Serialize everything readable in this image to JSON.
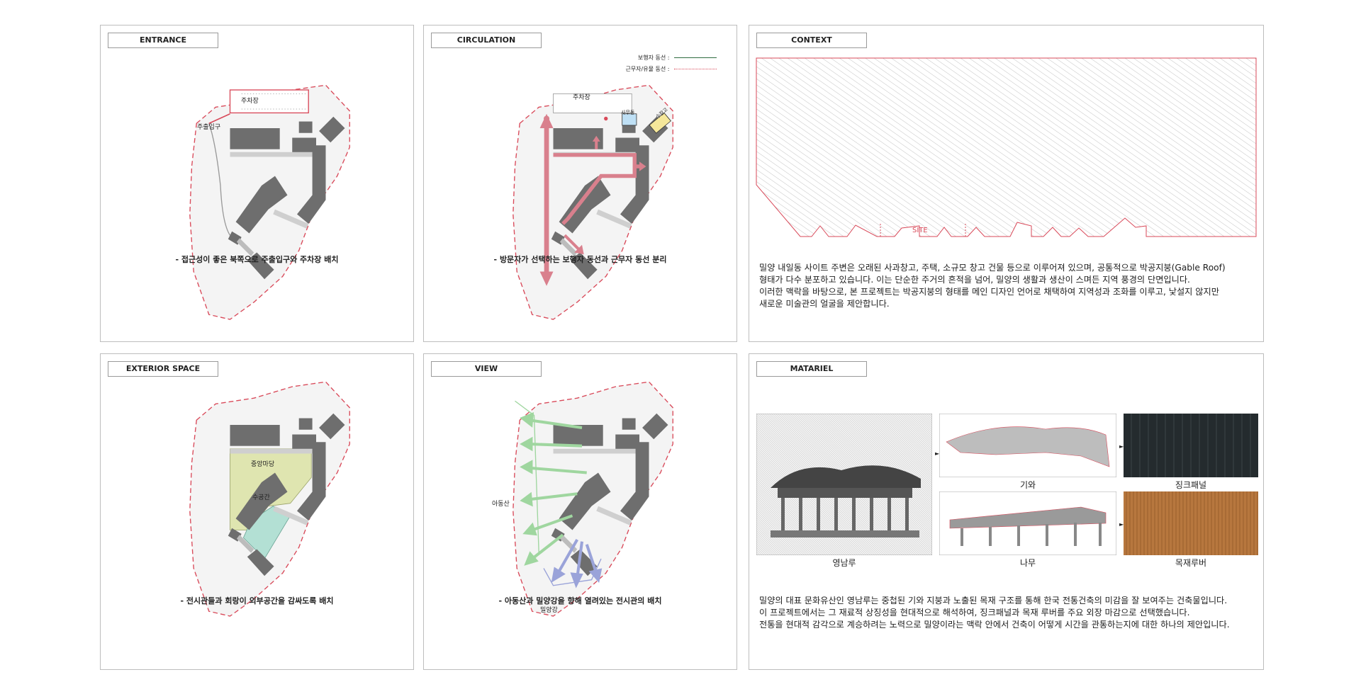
{
  "panels": {
    "entrance": {
      "title": "ENTRANCE",
      "caption": "- 접근성이 좋은 북쪽으로 주출입구와 주차장 배치",
      "labels": {
        "parking": "주차장",
        "main_entry": "주출입구"
      }
    },
    "circulation": {
      "title": "CIRCULATION",
      "caption": "- 방문자가 선택하는 보행자 동선과 근무자 동선 분리",
      "labels": {
        "parking": "주차장",
        "office": "사무동",
        "loading": "수장고"
      },
      "legend": [
        {
          "label": "보행자 동선 :",
          "color": "#2e6b3f",
          "style": "solid"
        },
        {
          "label": "근무자/유물 동선 :",
          "color": "#d94a5a",
          "style": "dotted"
        }
      ]
    },
    "context": {
      "title": "CONTEXT",
      "site_label": "SITE",
      "paragraph": [
        "밀양 내일동 사이트 주변은 오래된 사과창고, 주택, 소규모 창고 건물 등으로 이루어져 있으며, 공통적으로 박공지붕(Gable Roof)",
        "형태가 다수 분포하고 있습니다. 이는 단순한 주거의 흔적을 넘어, 밀양의 생활과 생산이 스며든 지역 풍경의 단면입니다.",
        "이러한 맥락을 바탕으로, 본 프로젝트는 박공지붕의 형태를 메인 디자인 언어로 채택하여 지역성과 조화를 이루고, 낯설지 않지만",
        "새로운 미술관의 얼굴을 제안합니다."
      ]
    },
    "exterior": {
      "title": "EXTERIOR SPACE",
      "caption": "- 전시관들과 회랑이 외부공간을 감싸도록 배치",
      "labels": {
        "central_yard": "중앙마당",
        "water_space": "수공간"
      }
    },
    "view": {
      "title": "VIEW",
      "caption": "- 아동산과 밀양강을 향해 열려있는 전시관의 배치",
      "labels": {
        "mountain": "아동산",
        "river": "밀양강"
      }
    },
    "material": {
      "title": "MATARIEL",
      "photos": {
        "main": "영남루",
        "roof": "기와",
        "wood": "나무",
        "zinc": "징크패널",
        "louver": "목재루버"
      },
      "paragraph": [
        "밀양의 대표 문화유산인 영남루는 중첩된 기와 지붕과 노출된 목재 구조를 통해 한국 전통건축의 미감을 잘 보여주는 건축물입니다.",
        "이 프로젝트에서는 그 재료적 상징성을 현대적으로 해석하여, 징크패널과 목재 루버를 주요 외장 마감으로 선택했습니다.",
        "전통을 현대적 감각으로 계승하려는 노력으로 밀양이라는 맥락 안에서 건축이 어떻게 시간을 관통하는지에 대한 하나의 제안입니다."
      ]
    }
  },
  "colors": {
    "site_outline": "#d94a5a",
    "building": "#6e6e6e",
    "site_fill": "#f4f4f4",
    "central_yard": "#dfe5b0",
    "water_space": "#b3e0d4",
    "view_green": "#9fd69f",
    "view_blue": "#9aa3d9",
    "circulation_red": "#d9808d",
    "zinc": "#242b2e",
    "wood": "#b7773e"
  }
}
